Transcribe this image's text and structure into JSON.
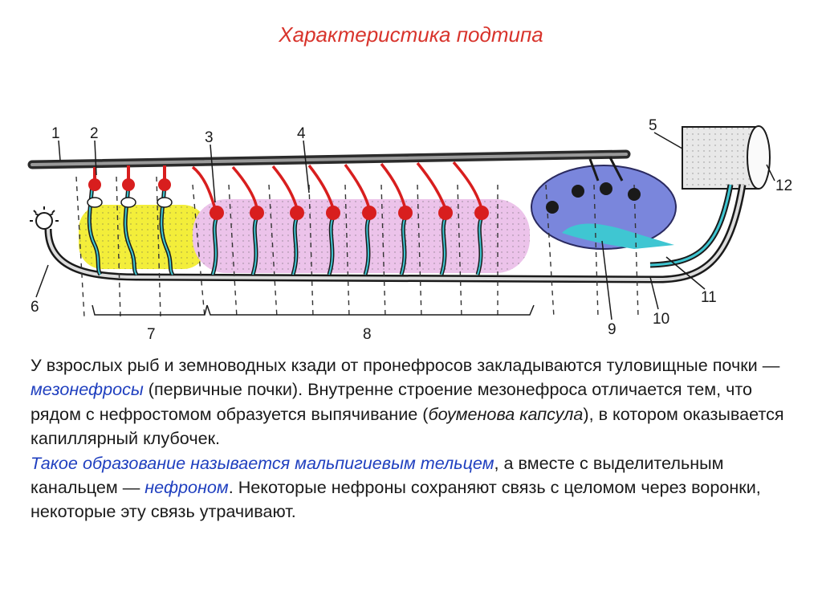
{
  "title": "Характеристика подтипа",
  "diagram": {
    "labels": {
      "n1": "1",
      "n2": "2",
      "n3": "3",
      "n4": "4",
      "n5": "5",
      "n6": "6",
      "n7": "7",
      "n8": "8",
      "n9": "9",
      "n10": "10",
      "n11": "11",
      "n12": "12"
    }
  },
  "text": {
    "p1": {
      "a": "У взрослых рыб и земноводных кзади от пронефросов закладываются туловищные почки — ",
      "b": "мезонефросы",
      "c": " (первичные почки). Внутренне строение мезонефроса отличается тем, что рядом с нефростомом образуется выпячивание (",
      "d": "боуменова капсула",
      "e": "), в котором оказывается капиллярный клубочек."
    },
    "p2": {
      "a": "Такое образование называется мальпигиевым тельцем",
      "b": ", а вместе с выделительным канальцем — ",
      "c": "нефроном",
      "d": ". Некоторые нефроны сохраняют связь с целомом через воронки, некоторые эту связь утрачивают."
    }
  },
  "colors": {
    "title": "#d8342c",
    "emphasis": "#1f3fbf",
    "yellow_region": "#f3ee3a",
    "pink_region": "#ecc3ea",
    "purple_region": "#7a86dc",
    "duct": "#3fc6d2",
    "vessel": "#d81e1e"
  },
  "icons": [
    "nephron-tubule-icon",
    "glomerulus-icon",
    "ciliated-funnel-icon"
  ]
}
